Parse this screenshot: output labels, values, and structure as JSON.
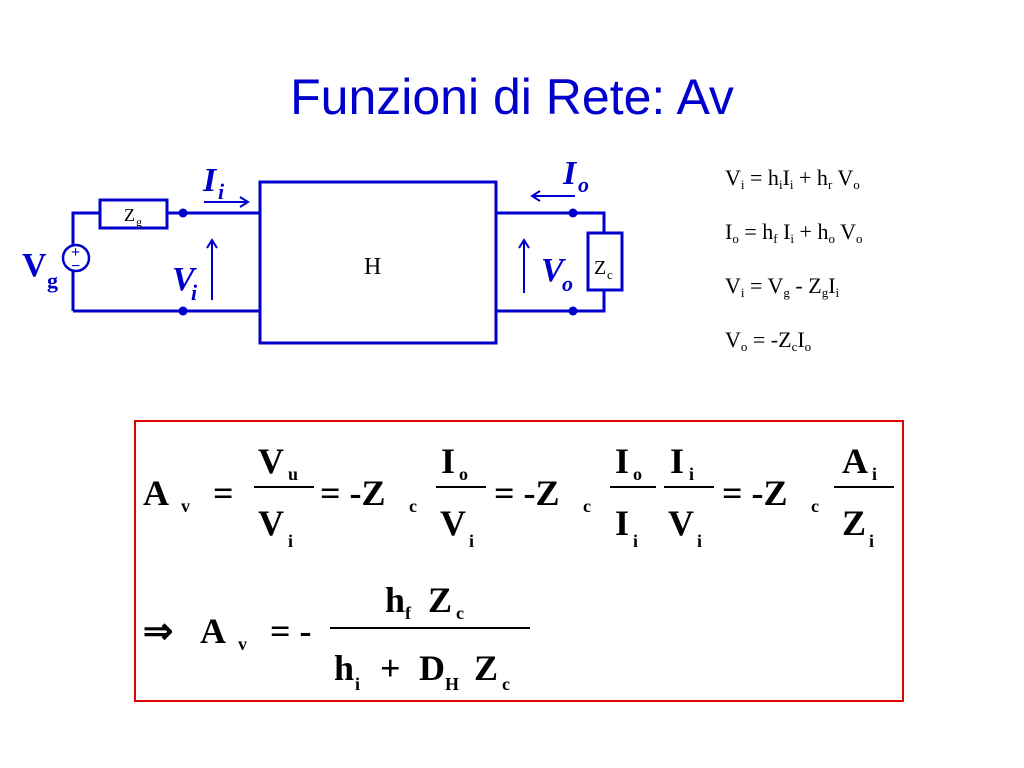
{
  "slide": {
    "title": "Funzioni di Rete: Av"
  },
  "circuit": {
    "colors": {
      "wire": "#0000cc",
      "labels": "#0000cc"
    },
    "labels": {
      "ii_main": "I",
      "ii_sub": "i",
      "io_main": "I",
      "io_sub": "o",
      "vi_main": "V",
      "vi_sub": "i",
      "vo_main": "V",
      "vo_sub": "o",
      "vg_main": "V",
      "vg_sub": "g",
      "zg_main": "Z",
      "zg_sub": "g",
      "zc_main": "Z",
      "zc_sub": "c",
      "block": "H",
      "plus": "+",
      "minus": "−"
    }
  },
  "equations": [
    {
      "lhs": "V",
      "lhs_sub": "i",
      "rhs": "= h<sub>i</sub>I<sub>i</sub> + h<sub>r</sub> V<sub>o</sub>"
    },
    {
      "lhs": "I",
      "lhs_sub": "o",
      "rhs": "= h<sub>f</sub> I<sub>i</sub> + h<sub>o</sub> V<sub>o</sub>"
    },
    {
      "lhs": "V",
      "lhs_sub": "i",
      "rhs": "= V<sub>g</sub> - Z<sub>g</sub>I<sub>i</sub>"
    },
    {
      "lhs": "V",
      "lhs_sub": "o",
      "rhs": "= -Z<sub>c</sub>I<sub>o</sub>"
    }
  ],
  "formula": {
    "border_color": "#e00000",
    "line1": {
      "av": "A",
      "av_sub": "v",
      "eq": "=",
      "f1_num": "V",
      "f1_num_sub": "u",
      "f1_den": "V",
      "f1_den_sub": "i",
      "neg_z": "= -Z",
      "neg_z_sub": "c",
      "f2_num": "I",
      "f2_num_sub": "o",
      "f2_den": "V",
      "f2_den_sub": "i",
      "f3a_num": "I",
      "f3a_num_sub": "o",
      "f3a_den": "I",
      "f3a_den_sub": "i",
      "f3b_num": "I",
      "f3b_num_sub": "i",
      "f3b_den": "V",
      "f3b_den_sub": "i",
      "f4_num": "A",
      "f4_num_sub": "i",
      "f4_den": "Z",
      "f4_den_sub": "i"
    },
    "line2": {
      "implies": "⇒",
      "av": "A",
      "av_sub": "v",
      "eq": "= -",
      "num_h": "h",
      "num_h_sub": "f",
      "num_z": "Z",
      "num_z_sub": "c",
      "den_h": "h",
      "den_h_sub": "i",
      "den_plus": "+",
      "den_d": "D",
      "den_d_sub": "H",
      "den_z": "Z",
      "den_z_sub": "c"
    }
  }
}
